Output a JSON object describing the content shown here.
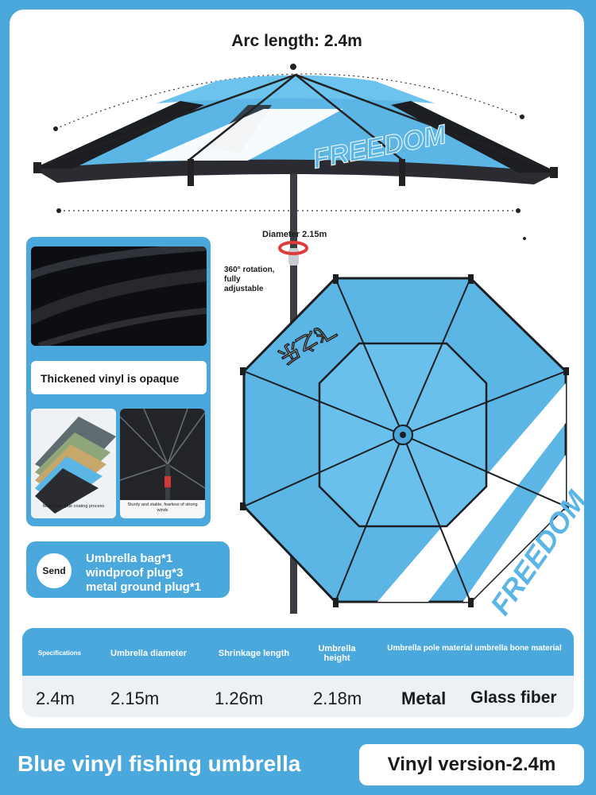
{
  "header": {
    "arc_length": "Arc length: 2.4m"
  },
  "annotations": {
    "diameter": "Diameter 2.15m",
    "rotation": [
      "360° rotation,",
      "fully",
      "adjustable"
    ]
  },
  "brand": {
    "canopy_text": "FREEDOM",
    "top_mark": "FREEDOM",
    "cn_mark": "飞之乐"
  },
  "features": {
    "opaque": "Thickened vinyl is opaque",
    "layers": "Multi-layer glue coating process",
    "sturdy": "Sturdy and stable, fearless of strong winds"
  },
  "send": {
    "label": "Send",
    "items": [
      "Umbrella bag*1",
      "windproof plug*3",
      "metal ground plug*1"
    ]
  },
  "specs": {
    "headers": [
      "Specifications",
      "Umbrella diameter",
      "Shrinkage length",
      "Umbrella height",
      "Umbrella pole material umbrella bone material"
    ],
    "values": [
      "2.4m",
      "2.15m",
      "1.26m",
      "2.18m",
      "Metal",
      "Glass fiber"
    ]
  },
  "footer": {
    "title": "Blue vinyl fishing umbrella",
    "badge": "Vinyl version-2.4m"
  },
  "colors": {
    "brand_blue": "#4aa8dd",
    "canopy_blue": "#5bb6e6",
    "dark_vinyl": "#1a1c20"
  }
}
